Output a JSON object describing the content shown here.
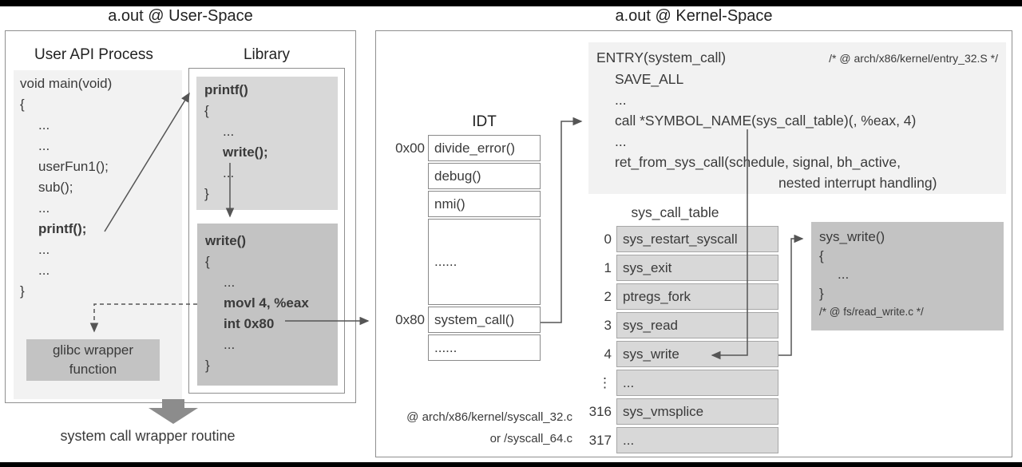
{
  "titles": {
    "user_space": "a.out @ User-Space",
    "kernel_space": "a.out @ Kernel-Space"
  },
  "user_space": {
    "process_label": "User API Process",
    "library_label": "Library",
    "main_code": {
      "lines": [
        {
          "t": "void main(void)"
        },
        {
          "t": "{"
        },
        {
          "t": "...",
          "ind": 1
        },
        {
          "t": "...",
          "ind": 1
        },
        {
          "t": "userFun1();",
          "ind": 1
        },
        {
          "t": "sub();",
          "ind": 1
        },
        {
          "t": "...",
          "ind": 1
        },
        {
          "t": "printf();",
          "b": true,
          "ind": 1
        },
        {
          "t": "...",
          "ind": 1
        },
        {
          "t": "...",
          "ind": 1
        },
        {
          "t": "}"
        }
      ]
    },
    "glibc_box": {
      "line1": "glibc wrapper",
      "line2": "function"
    },
    "printf_block": {
      "lines": [
        {
          "t": "printf()",
          "b": true
        },
        {
          "t": "{"
        },
        {
          "t": "...",
          "ind": 1
        },
        {
          "t": "write();",
          "b": true,
          "ind": 1
        },
        {
          "t": "...",
          "ind": 1
        },
        {
          "t": "}"
        }
      ]
    },
    "write_block": {
      "lines": [
        {
          "t": "write()",
          "b": true
        },
        {
          "t": "{"
        },
        {
          "t": "...",
          "ind": 1
        },
        {
          "t": "movl 4, %eax",
          "b": true,
          "ind": 1
        },
        {
          "t": "int 0x80",
          "b": true,
          "ind": 1
        },
        {
          "t": "...",
          "ind": 1
        },
        {
          "t": "}"
        }
      ]
    },
    "wrapper_caption": "system call wrapper routine"
  },
  "idt": {
    "title": "IDT",
    "rows": [
      {
        "label": "0x00",
        "text": "divide_error()"
      },
      {
        "label": "",
        "text": "debug()"
      },
      {
        "label": "",
        "text": "nmi()"
      },
      {
        "label": "",
        "text": "......",
        "tall": true
      },
      {
        "label": "0x80",
        "text": "system_call()"
      },
      {
        "label": "",
        "text": "......"
      }
    ]
  },
  "kernel_space": {
    "entry_block": {
      "first_line": "ENTRY(system_call)",
      "comment": "/* @ arch/x86/kernel/entry_32.S */",
      "lines": [
        {
          "t": "SAVE_ALL",
          "ind": 1
        },
        {
          "t": "...",
          "ind": 1
        },
        {
          "t": "call *SYMBOL_NAME(sys_call_table)(, %eax, 4)",
          "ind": 1
        },
        {
          "t": "...",
          "ind": 1
        },
        {
          "t": "ret_from_sys_call(schedule, signal, bh_active,",
          "ind": 1
        },
        {
          "t": "nested interrupt handling)",
          "ind": 2
        }
      ]
    },
    "sys_call_table": {
      "title": "sys_call_table",
      "rows": [
        {
          "index": "0",
          "text": "sys_restart_syscall"
        },
        {
          "index": "1",
          "text": "sys_exit"
        },
        {
          "index": "2",
          "text": "ptregs_fork"
        },
        {
          "index": "3",
          "text": "sys_read"
        },
        {
          "index": "4",
          "text": "sys_write"
        },
        {
          "index": "⋮",
          "text": "..."
        },
        {
          "index": "316",
          "text": "sys_vmsplice"
        },
        {
          "index": "317",
          "text": "..."
        }
      ]
    },
    "sys_write_block": {
      "lines": [
        {
          "t": "sys_write()"
        },
        {
          "t": "{"
        },
        {
          "t": "...",
          "ind": 1
        },
        {
          "t": "}"
        },
        {
          "t": "/* @ fs/read_write.c */",
          "small": true
        }
      ]
    },
    "file_note": {
      "line1": "@ arch/x86/kernel/syscall_32.c",
      "line2": "or /syscall_64.c"
    }
  },
  "colors": {
    "block_light": "#f2f2f2",
    "block_mid": "#d8d8d8",
    "block_dark": "#c3c3c3",
    "line": "#555555",
    "big_arrow": "#8c8c8c",
    "border": "#8f8f8f",
    "text": "#3a3a3a"
  }
}
